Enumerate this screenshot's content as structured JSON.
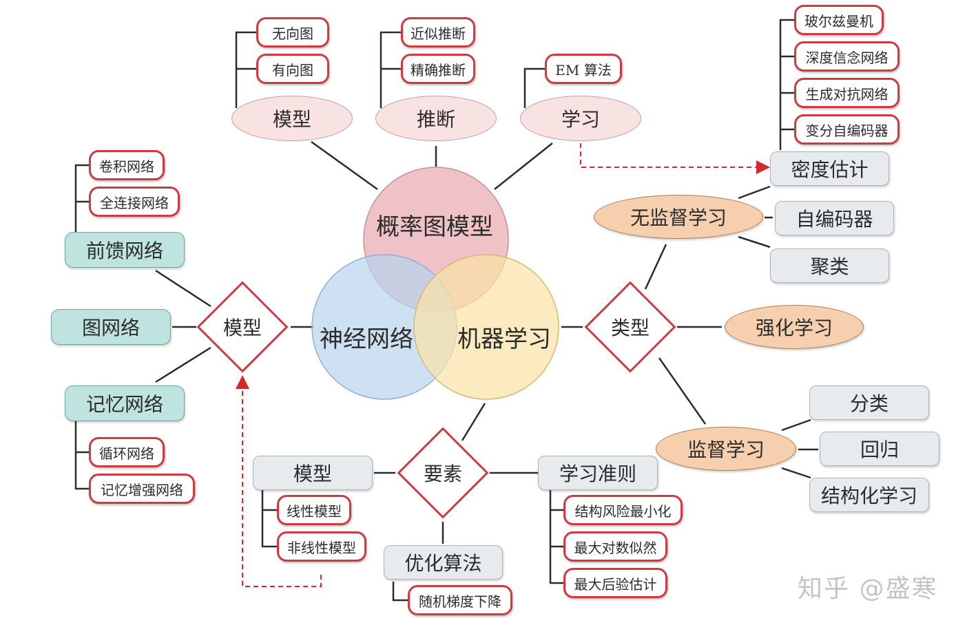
{
  "center": {
    "pgm": "概率图模型",
    "nn": "神经网络",
    "ml": "机器学习"
  },
  "pgm_branch": {
    "model": {
      "label": "模型",
      "items": [
        "无向图",
        "有向图"
      ]
    },
    "inference": {
      "label": "推断",
      "items": [
        "近似推断",
        "精确推断"
      ]
    },
    "learning": {
      "label": "学习",
      "items": [
        "EM 算法"
      ]
    }
  },
  "nn_branch": {
    "hub": "模型",
    "feedforward": {
      "label": "前馈网络",
      "items": [
        "卷积网络",
        "全连接网络"
      ]
    },
    "graph": {
      "label": "图网络"
    },
    "memory": {
      "label": "记忆网络",
      "items": [
        "循环网络",
        "记忆增强网络"
      ]
    }
  },
  "ml_type": {
    "hub": "类型",
    "unsupervised": {
      "label": "无监督学习",
      "density": {
        "label": "密度估计",
        "items": [
          "玻尔兹曼机",
          "深度信念网络",
          "生成对抗网络",
          "变分自编码器"
        ]
      },
      "autoencoder": "自编码器",
      "clustering": "聚类"
    },
    "reinforcement": "强化学习",
    "supervised": {
      "label": "监督学习",
      "items": [
        "分类",
        "回归",
        "结构化学习"
      ]
    }
  },
  "ml_elements": {
    "hub": "要素",
    "model": {
      "label": "模型",
      "items": [
        "线性模型",
        "非线性模型"
      ]
    },
    "criterion": {
      "label": "学习准则",
      "items": [
        "结构风险最小化",
        "最大对数似然",
        "最大后验估计"
      ]
    },
    "optimization": {
      "label": "优化算法",
      "items": [
        "随机梯度下降"
      ]
    }
  },
  "watermark": "知乎 @盛寒",
  "colors": {
    "leaf_border": "#cf3a40",
    "pgm_circle": "#eab3b8",
    "nn_circle": "#b9d4ee",
    "ml_circle": "#fbe3a6",
    "teal_box": "#bfe3de",
    "gray_box": "#e7ebee",
    "orange_ellipse": "#f5cfae",
    "pink_ellipse": "#f9e3e2"
  }
}
